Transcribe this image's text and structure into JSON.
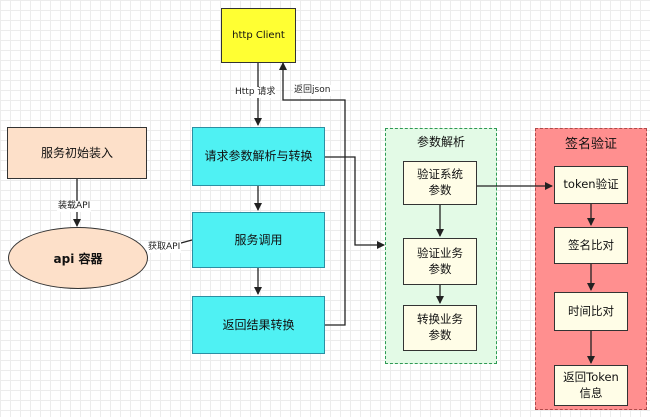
{
  "nodes": {
    "http_client": "http Client",
    "service_init": "服务初始装入",
    "api_container": "api 容器",
    "parse_request": "请求参数解析与转换",
    "service_call": "服务调用",
    "convert_result": "返回结果转换",
    "verify_system": "验证系统\n参数",
    "verify_business": "验证业务\n参数",
    "convert_business": "转换业务\n参数",
    "token_verify": "token验证",
    "sign_compare": "签名比对",
    "time_compare": "时间比对",
    "return_token": "返回Token\n信息"
  },
  "groups": {
    "param_parse": "参数解析",
    "sign_verify": "签名验证"
  },
  "edge_labels": {
    "http_request": "Http 请求",
    "return_json": "返回json",
    "load_api": "装载API",
    "get_api": "获取API"
  },
  "colors": {
    "service_box": "#4ff1f3",
    "client_box": "#ffff33",
    "init_box": "#fde0c9",
    "param_group": "#e3fae6",
    "sign_group": "#ff8f8f",
    "inner_box": "#fffde7"
  }
}
